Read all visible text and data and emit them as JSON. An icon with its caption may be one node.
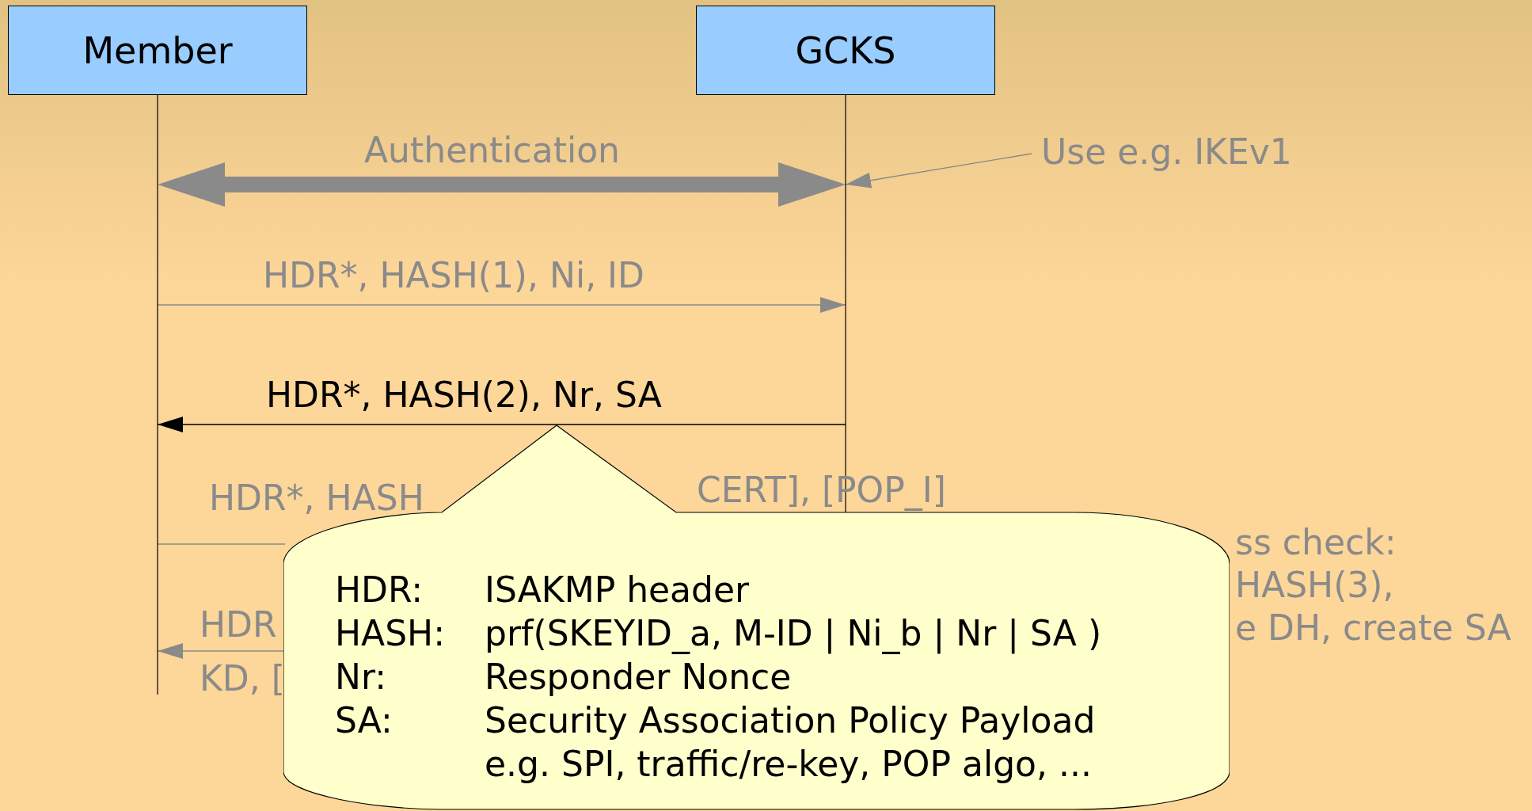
{
  "diagram": {
    "nodes": [
      {
        "text": [
          "Member"
        ]
      },
      {
        "text": [
          "GCKS"
        ]
      },
      {
        "text": [
          "Use e.g. IKEv1"
        ]
      },
      {
        "text": [
          "HDR:",
          "ISAKMP header",
          "HASH:",
          "prf(SKEYID_a, M-ID | Ni_b | Nr | SA )",
          "Nr:",
          "Responder Nonce",
          "SA:",
          "Security Association Policy Payload e.g. SPI, traffic/re-key, POP algo, ..."
        ]
      }
    ],
    "edges": [
      {
        "from": 0,
        "to": 1,
        "arrow": "both",
        "label": "Authentication",
        "style": "thick"
      },
      {
        "from": 2,
        "to": 1,
        "arrow": "to"
      },
      {
        "from": 0,
        "to": 1,
        "arrow": "to",
        "label": "HDR*, HASH(1), Ni, ID"
      },
      {
        "from": 1,
        "to": 0,
        "arrow": "to",
        "label": "HDR*, HASH(2), Nr, SA",
        "color": "#000000"
      },
      {
        "from": 0,
        "to": null,
        "arrow": "none"
      },
      {
        "from": null,
        "to": 0,
        "arrow": "to"
      }
    ],
    "labels": [
      "HDR*, HASH",
      "CERT], [POP_I]",
      "ss check:",
      "HASH(3),",
      "e DH, create SA",
      "HDR",
      "KD, ["
    ]
  }
}
